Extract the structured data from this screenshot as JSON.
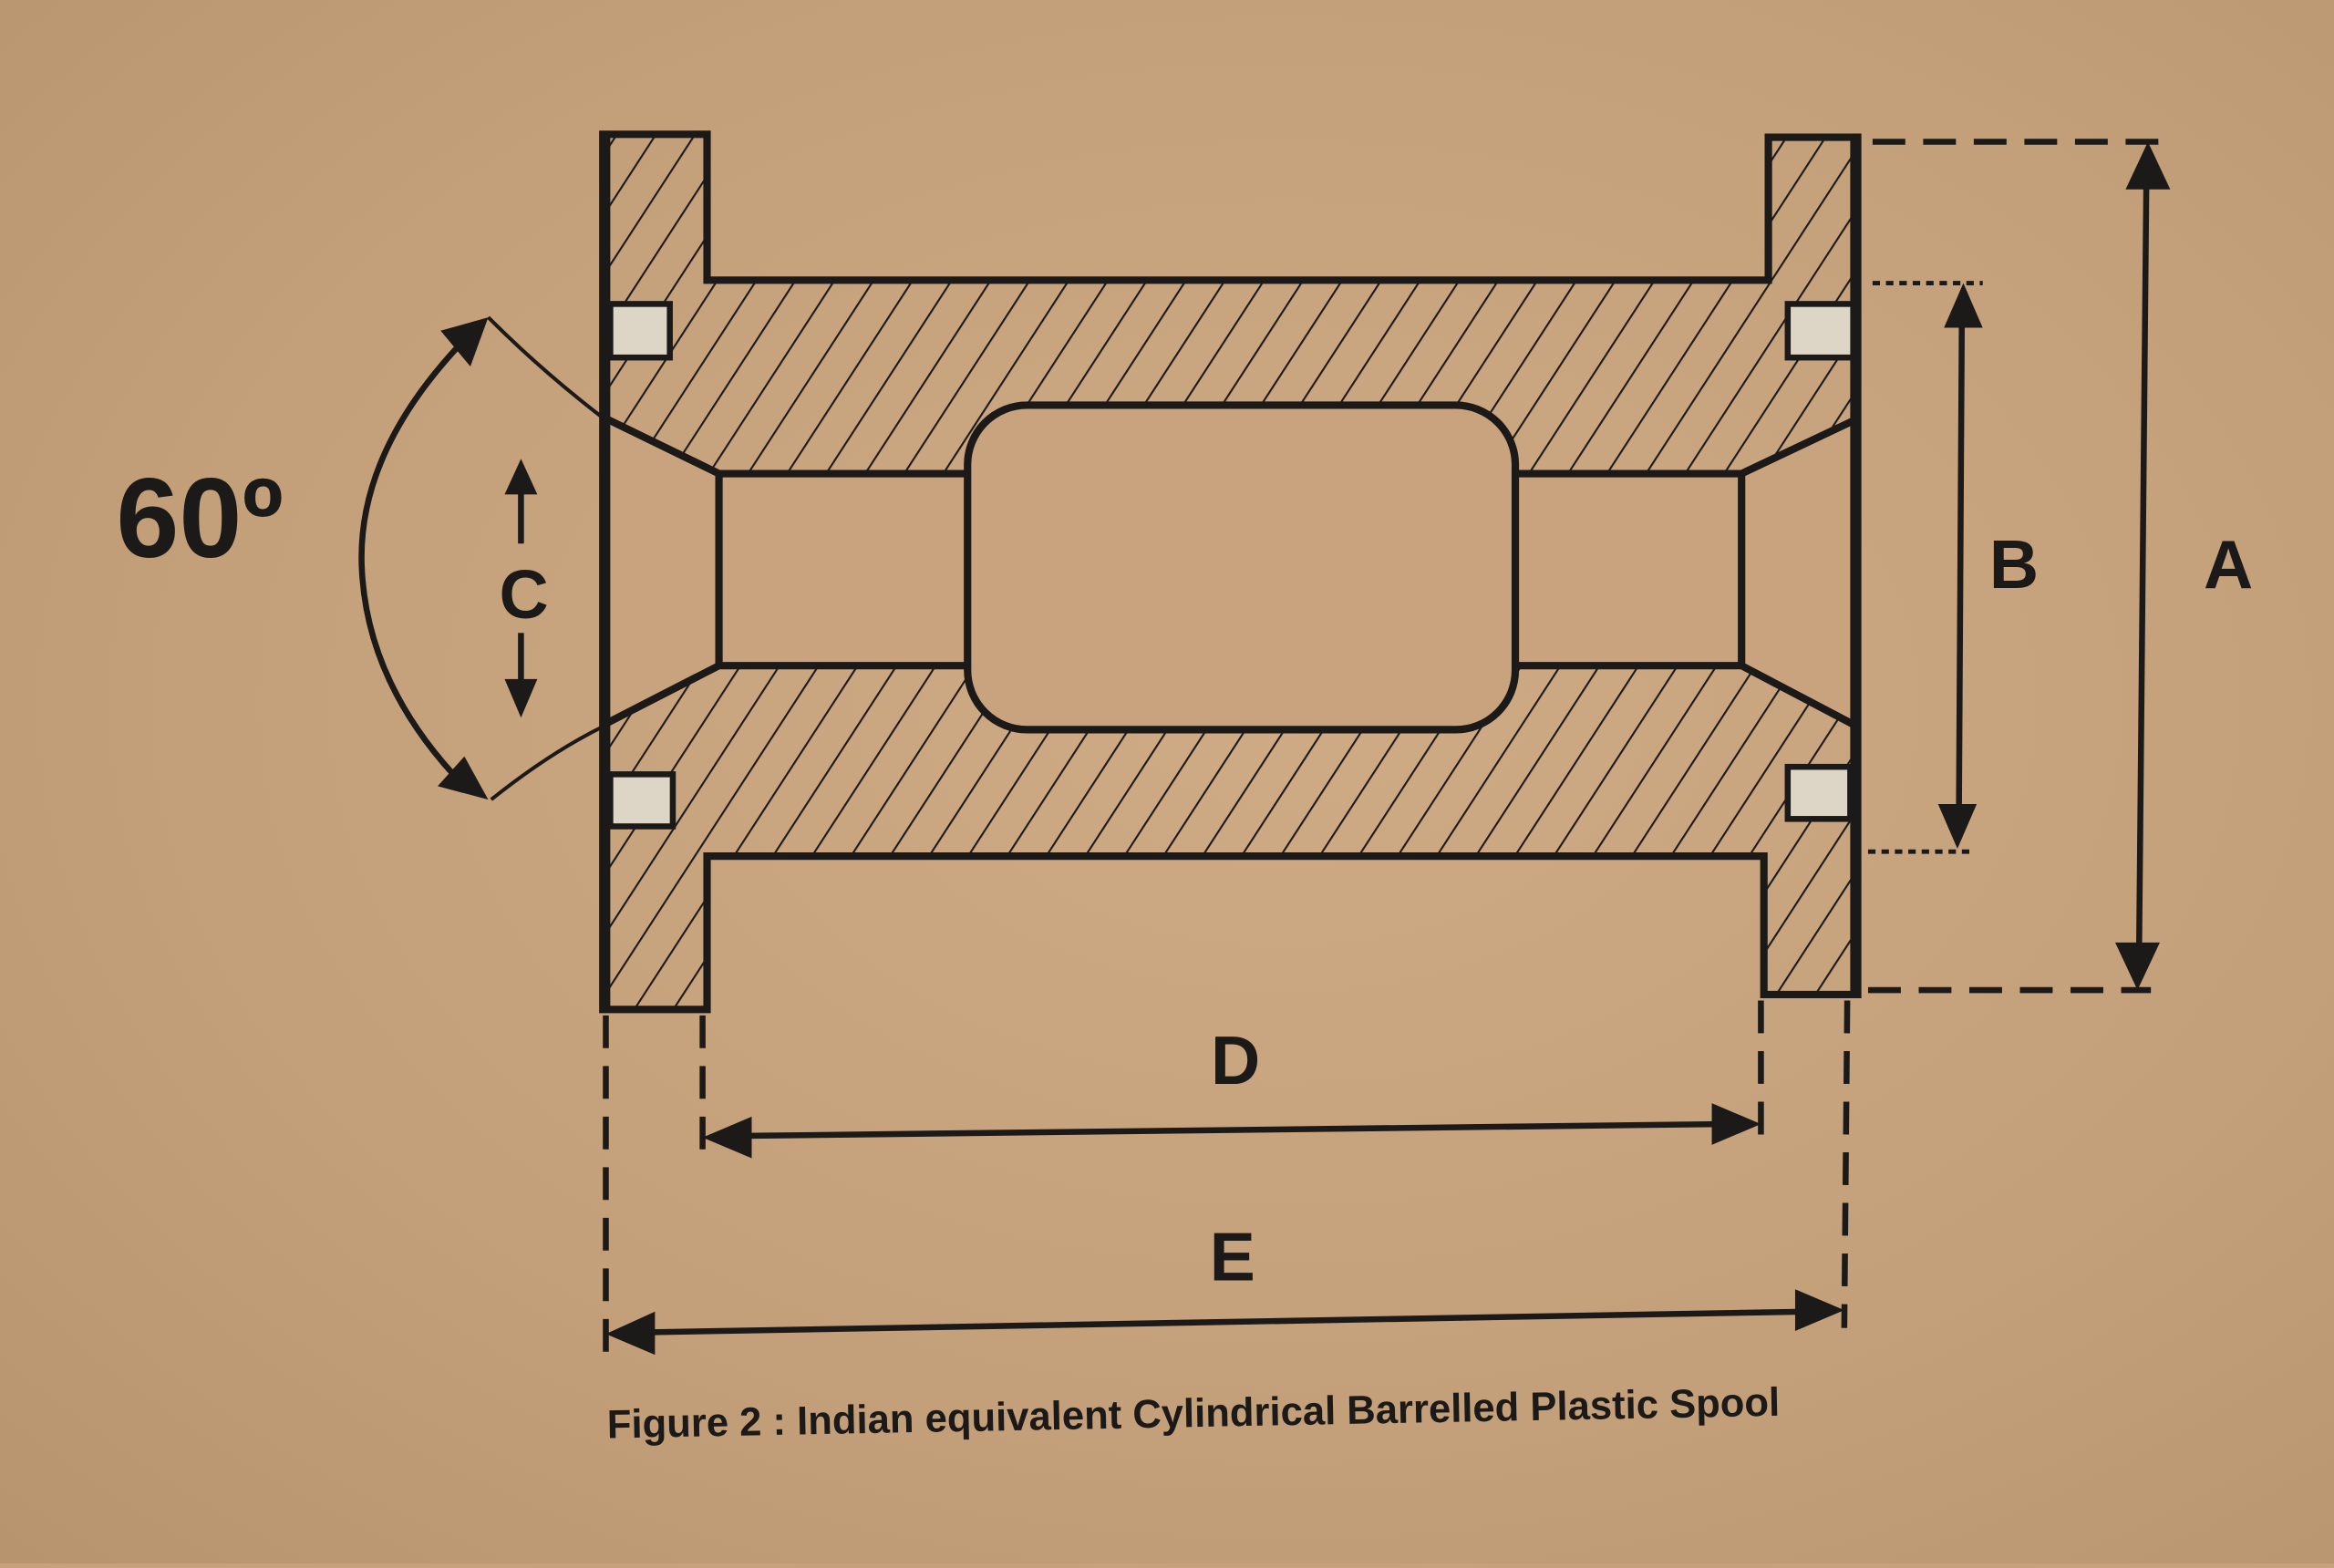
{
  "figure": {
    "caption": "Figure 2 : Indian equivalent Cylindrical Barrelled Plastic Spool",
    "angle_label": "60º",
    "dimensions": {
      "A": "A",
      "B": "B",
      "C": "C",
      "D": "D",
      "E": "E"
    }
  },
  "colors": {
    "background": "#c6a17b",
    "ink": "#1c1a18",
    "washer": "#ddd5c6"
  }
}
